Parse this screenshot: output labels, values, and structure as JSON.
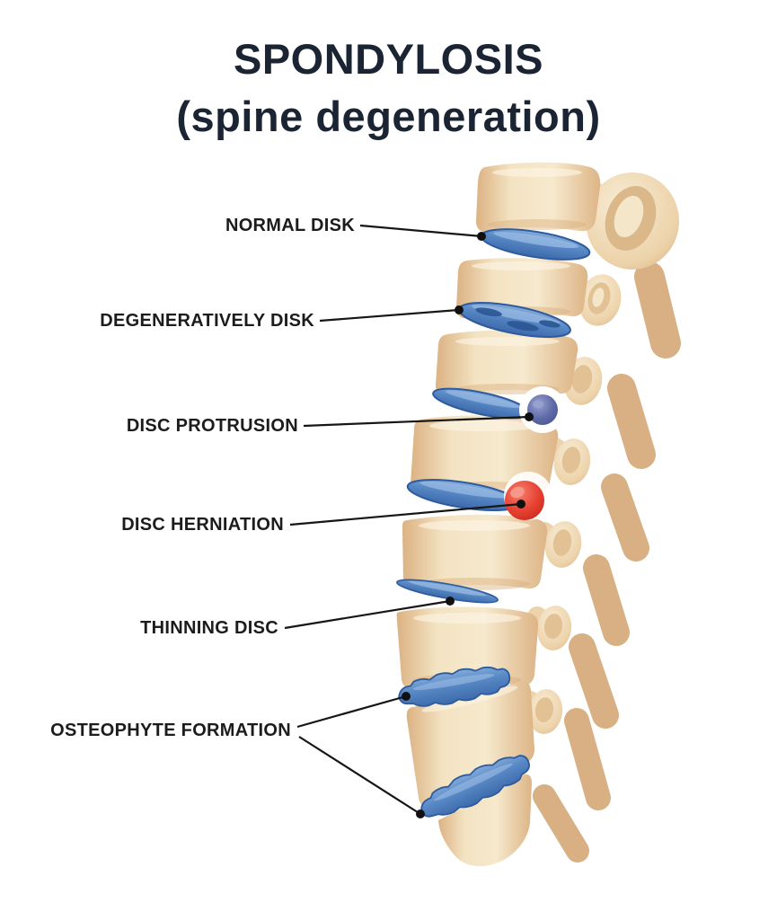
{
  "header": {
    "title": "SPONDYLOSIS",
    "subtitle": "(spine degeneration)"
  },
  "labels": [
    {
      "id": "normal-disk",
      "text": "NORMAL DISK"
    },
    {
      "id": "degeneratively-disk",
      "text": "DEGENERATIVELY DISK"
    },
    {
      "id": "disc-protrusion",
      "text": "DISC PROTRUSION"
    },
    {
      "id": "disc-herniation",
      "text": "DISC HERNIATION"
    },
    {
      "id": "thinning-disc",
      "text": "THINNING DISC"
    },
    {
      "id": "osteophyte-formation",
      "text": "OSTEOPHYTE FORMATION"
    }
  ],
  "illustration": {
    "type": "medical-diagram",
    "subject": "lateral view of a spinal segment with degenerative changes",
    "markers": [
      {
        "label": "NORMAL DISK",
        "appearance": "smooth blue intervertebral disc"
      },
      {
        "label": "DEGENERATIVELY DISK",
        "appearance": "blue disc with dark cracks"
      },
      {
        "label": "DISC PROTRUSION",
        "appearance": "purple bulge at rear of disc"
      },
      {
        "label": "DISC HERNIATION",
        "appearance": "red bulge at rear of disc"
      },
      {
        "label": "THINNING DISC",
        "appearance": "narrowed thin blue disc"
      },
      {
        "label": "OSTEOPHYTE FORMATION",
        "appearance": "two jagged bumpy blue discs"
      }
    ]
  },
  "colors": {
    "title_navy": "#1B2433",
    "label_black": "#1C1C1C",
    "bone_light": "#F5E6C8",
    "bone_shadow": "#D8AC79",
    "disc_blue": "#5B8AC6",
    "disc_edge": "#2E5B9D",
    "protrusion_purple": "#5D68A8",
    "herniation_red": "#E23A2C",
    "leader_line": "#161616"
  }
}
